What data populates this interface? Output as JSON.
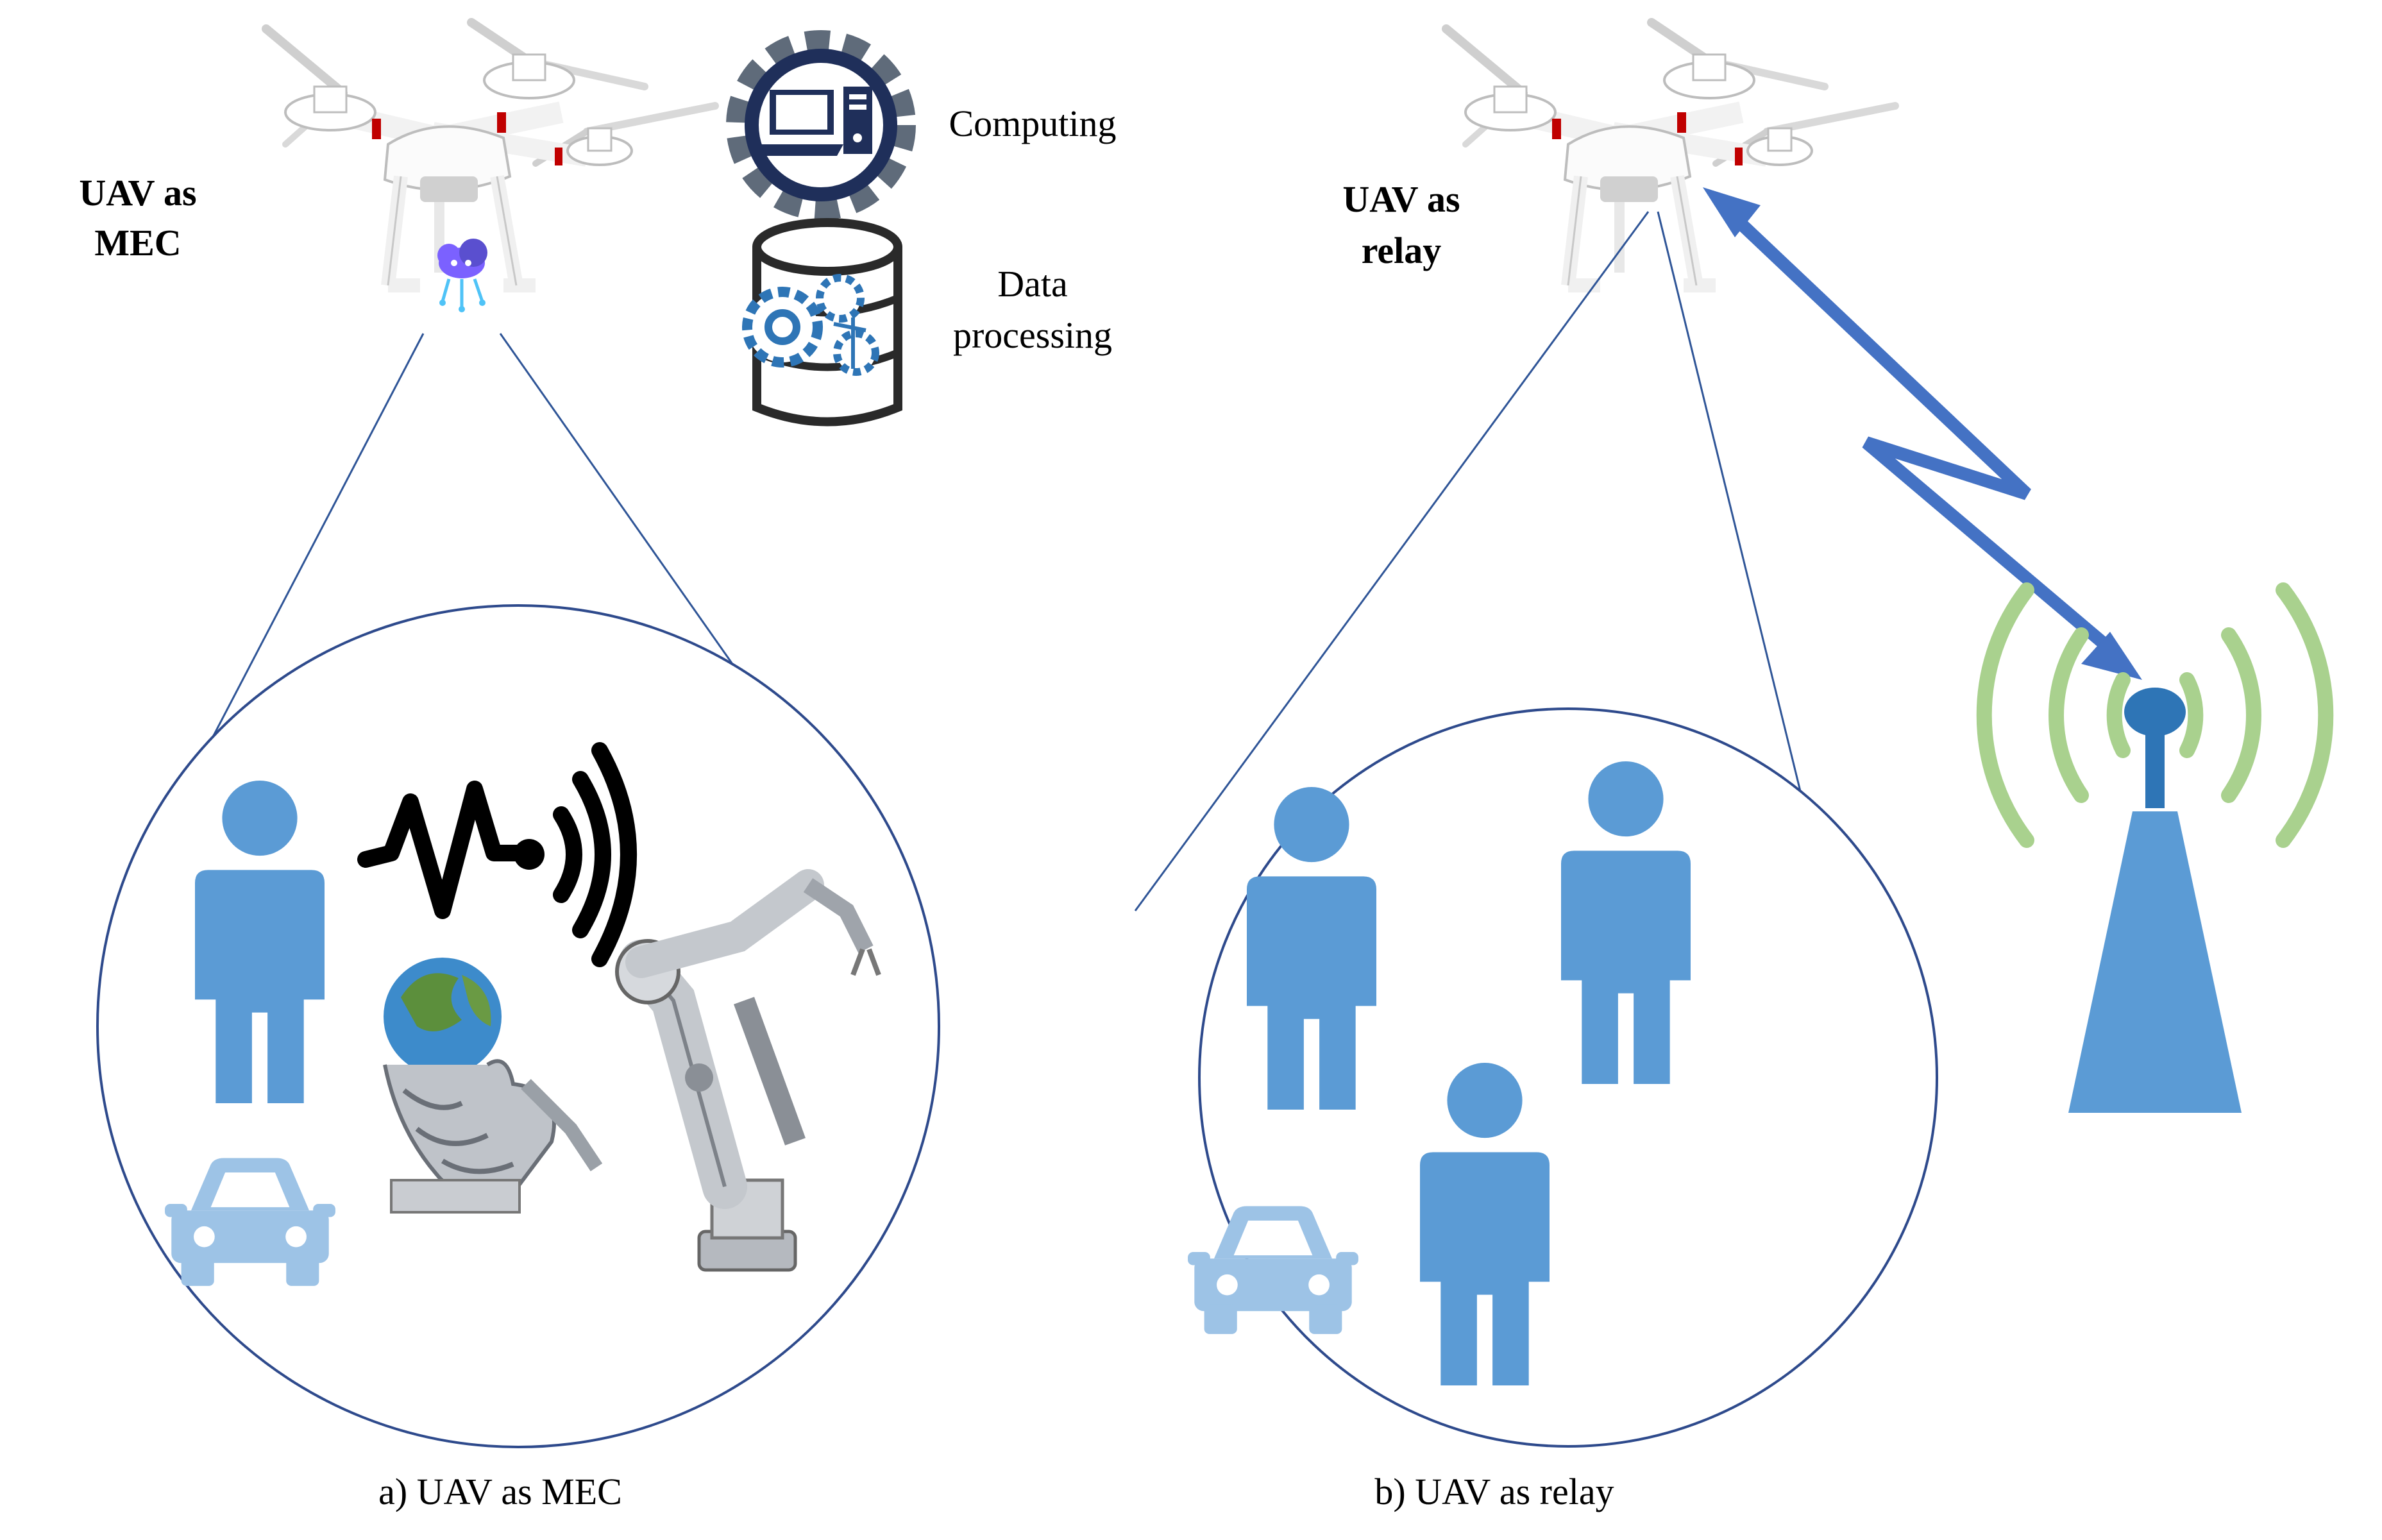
{
  "left": {
    "title_line1": "UAV as",
    "title_line2": "MEC",
    "legend": {
      "computing": "Computing",
      "data_line1": "Data",
      "data_line2": "processing"
    },
    "caption": "a) UAV as MEC"
  },
  "right": {
    "title_line1": "UAV as",
    "title_line2": "relay",
    "caption": "b) UAV as relay"
  },
  "colors": {
    "person": "#5b9bd5",
    "car": "#9dc3e6",
    "circle_stroke": "#2e4a8c",
    "beam_stroke": "#2f5597",
    "link_arrow": "#4472c4",
    "signal_wave": "#a9d18e",
    "tower": "#5b9bd5",
    "tower_top": "#2e75b6",
    "gear": "#1f2f5a",
    "drone_accent": "#c00000",
    "db_icon": "#2e75b6",
    "heartbeat": "#000000"
  },
  "icons": {
    "drone": "drone-icon",
    "gear_computer": "gear-computer-icon",
    "database_gears": "database-gears-icon",
    "cloud_chip": "cloud-chip-icon",
    "person": "person-icon",
    "car": "car-icon",
    "heartbeat_signal": "heartbeat-signal-icon",
    "robot_hand_globe": "robot-hand-globe-icon",
    "robot_arm": "robot-arm-icon",
    "cell_tower": "cell-tower-icon"
  }
}
